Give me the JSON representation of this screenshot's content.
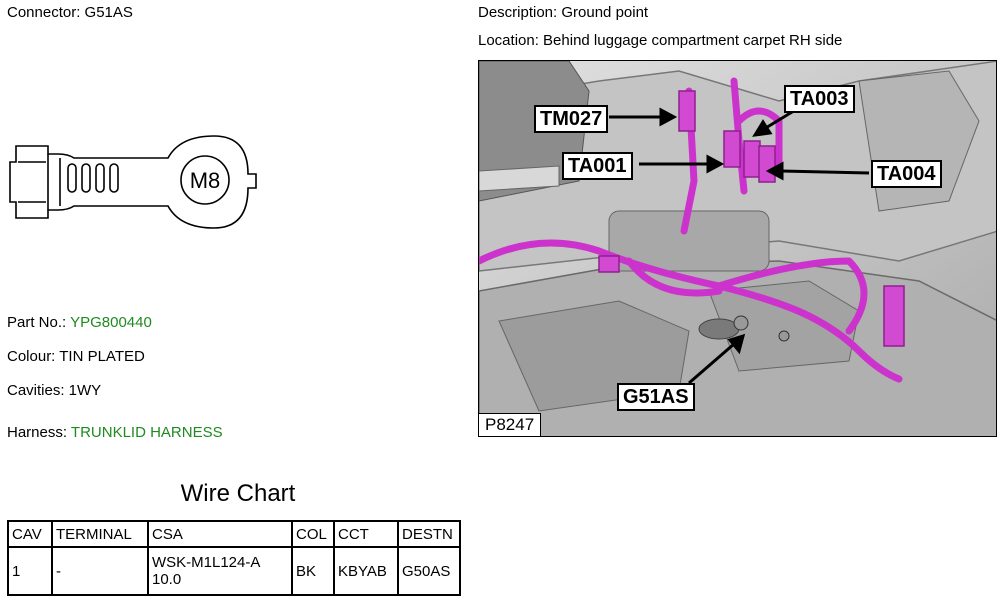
{
  "connector": {
    "label": "Connector: G51AS"
  },
  "description": {
    "label": "Description: Ground point"
  },
  "location": {
    "label": "Location: Behind luggage compartment carpet RH side"
  },
  "connector_drawing": {
    "stud_text": "M8"
  },
  "part": {
    "label": "Part No.: ",
    "value": "YPG800440"
  },
  "colour": {
    "label": "Colour: TIN PLATED"
  },
  "cavities": {
    "label": "Cavities: 1WY"
  },
  "harness": {
    "label": "Harness: ",
    "value": "TRUNKLID HARNESS"
  },
  "photo": {
    "id": "P8247",
    "callouts": {
      "tm027": "TM027",
      "ta003": "TA003",
      "ta001": "TA001",
      "ta004": "TA004",
      "g51as": "G51AS"
    },
    "harness_color": "#cc33cc"
  },
  "wire_chart": {
    "title": "Wire Chart",
    "headers": {
      "cav": "CAV",
      "terminal": "TERMINAL",
      "csa": "CSA",
      "col": "COL",
      "cct": "CCT",
      "destn": "DESTN"
    },
    "rows": [
      {
        "cav": "1",
        "terminal": "-",
        "csa": "WSK-M1L124-A 10.0",
        "col": "BK",
        "cct": "KBYAB",
        "destn": "G50AS"
      }
    ]
  }
}
